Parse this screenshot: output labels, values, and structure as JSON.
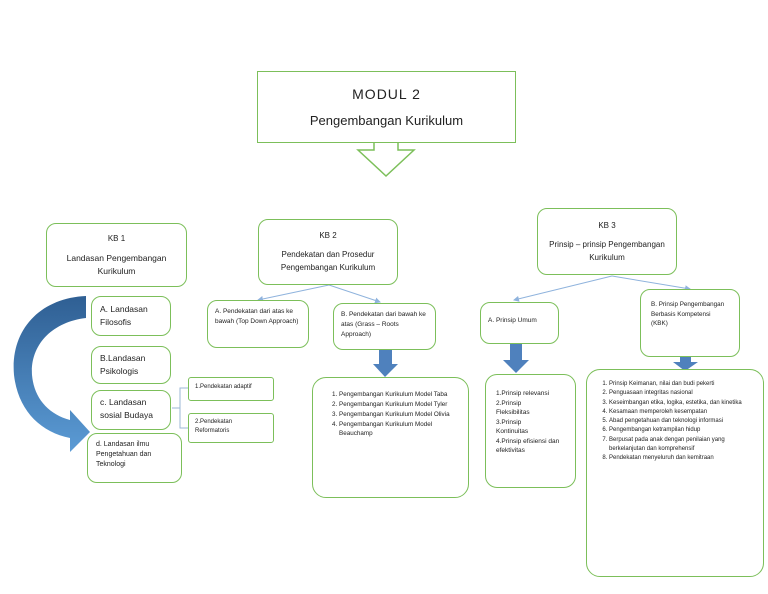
{
  "header": {
    "title": "MODUL 2",
    "subtitle": "Pengembangan Kurikulum"
  },
  "kb1": {
    "heading": "KB 1",
    "title": "Landasan Pengembangan Kurikulum",
    "items": {
      "a": "A. Landasan Filosofis",
      "b": "B.Landasan Psikologis",
      "c": "c. Landasan sosial Budaya",
      "d": "d. Landasan ilmu Pengetahuan dan Teknologi"
    },
    "sub": {
      "adaptif": "1.Pendekatan adaptif",
      "reformatoris": "2.Pendekatan Reformatoris"
    }
  },
  "kb2": {
    "heading": "KB 2",
    "title": "Pendekatan dan Prosedur Pengembangan Kurikulum",
    "a": "A. Pendekatan dari atas ke bawah (Top Down Approach)",
    "b": "B. Pendekatan dari bawah ke atas (Grass – Roots Approach)",
    "models": [
      "Pengembangan Kurikulum Model Taba",
      "Pengembangan Kurikulum Model Tyler",
      "Pengembangan Kurikulum Model Olivia",
      "Pengembangan Kurikulum Model Beauchamp"
    ]
  },
  "kb3": {
    "heading": "KB 3",
    "title": "Prinsip – prinsip Pengembangan Kurikulum",
    "a": "A. Prinsip Umum",
    "b": "B. Prinsip Pengembangan Berbasis Kompetensi (KBK)",
    "umum": [
      "1.Prinsip relevansi",
      "2.Prinsip Fleksibilitas",
      "3.Prinsip Kontinuitas",
      "4.Prinsip efisiensi dan efektivitas"
    ],
    "kbk": [
      "Prinsip Keimanan, nilai dan budi pekerti",
      "Penguasaan integritas nasional",
      "Keseimbangan etika, logika, estetika, dan kinetika",
      "Kesamaan memperoleh kesempatan",
      "Abad pengetahuan dan teknologi informasi",
      "Pengembangan ketrampilan hidup",
      "Berpusat pada anak dengan penilaian yang berkelanjutan dan komprehensif",
      "Pendekatan menyeluruh dan kemitraan"
    ]
  },
  "colors": {
    "box_border": "#7cbf5a",
    "arrow_blue": "#4f81bd",
    "connector": "#8fb3dd"
  }
}
